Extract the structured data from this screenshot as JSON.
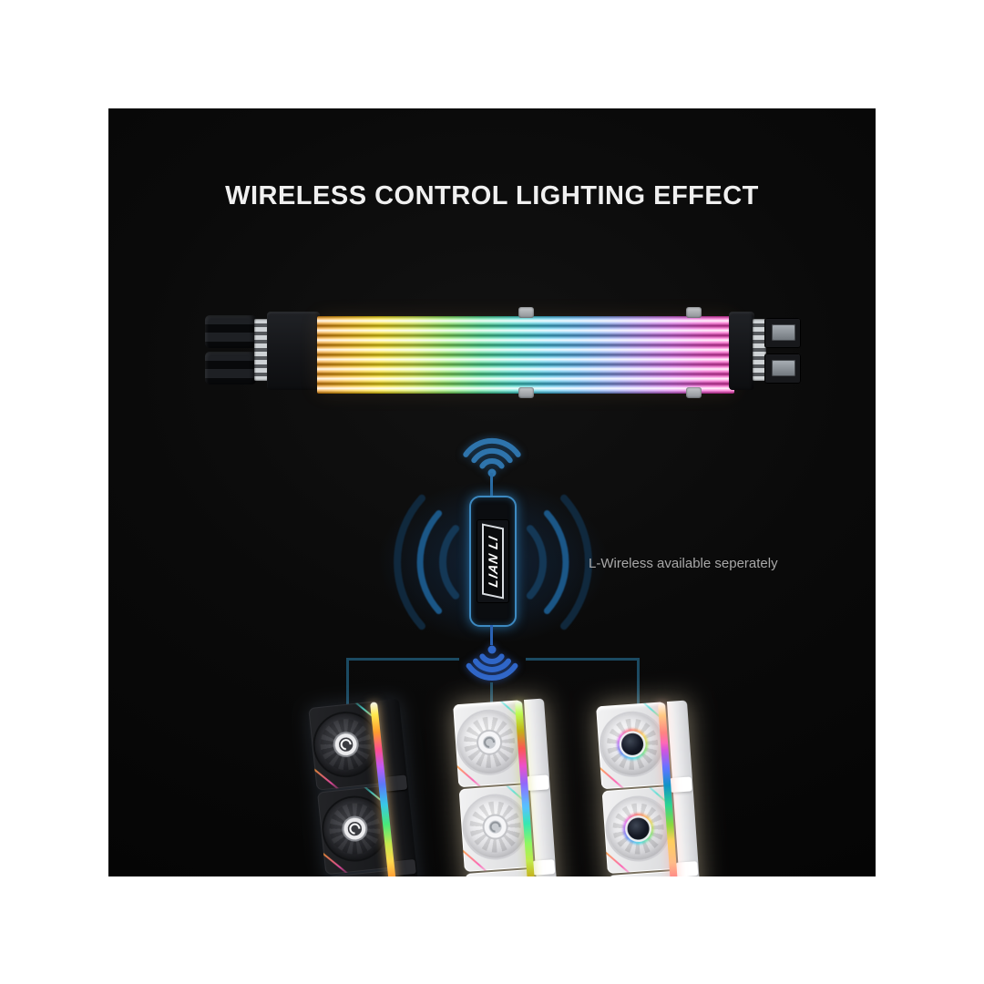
{
  "title": "WIRELESS CONTROL LIGHTING EFFECT",
  "caption": "L-Wireless available seperately",
  "product": {
    "cable": {
      "name": "addressable-rgb-extension-cable",
      "strands": 8,
      "gradient": [
        "#f08a00",
        "#ffe000",
        "#cfe832",
        "#3fe08a",
        "#2ed8c8",
        "#38c4ec",
        "#52aef4",
        "#a87ef0",
        "#f53cc8",
        "#ff2eb8"
      ]
    },
    "dongle": {
      "label": "LIAN LI",
      "body_color": "#0b0d10",
      "glow_color": "#3d89c0"
    },
    "fans": [
      {
        "position": "left",
        "variant": "black"
      },
      {
        "position": "center",
        "variant": "white"
      },
      {
        "position": "right",
        "variant": "white-infinity-mirror"
      }
    ]
  },
  "icons": {
    "wifi_top": "wifi-icon",
    "wifi_bottom": "wifi-icon-flipped",
    "signal_arcs": "signal-arcs-icon"
  },
  "colors": {
    "background": "#ffffff",
    "panel": "#060606",
    "title_text": "#f0f0f0",
    "caption_text": "#a8a8a8",
    "wifi_top": "#2e74ac",
    "wifi_bottom": "#2f66c8",
    "connection_line": "#1b4a62"
  }
}
